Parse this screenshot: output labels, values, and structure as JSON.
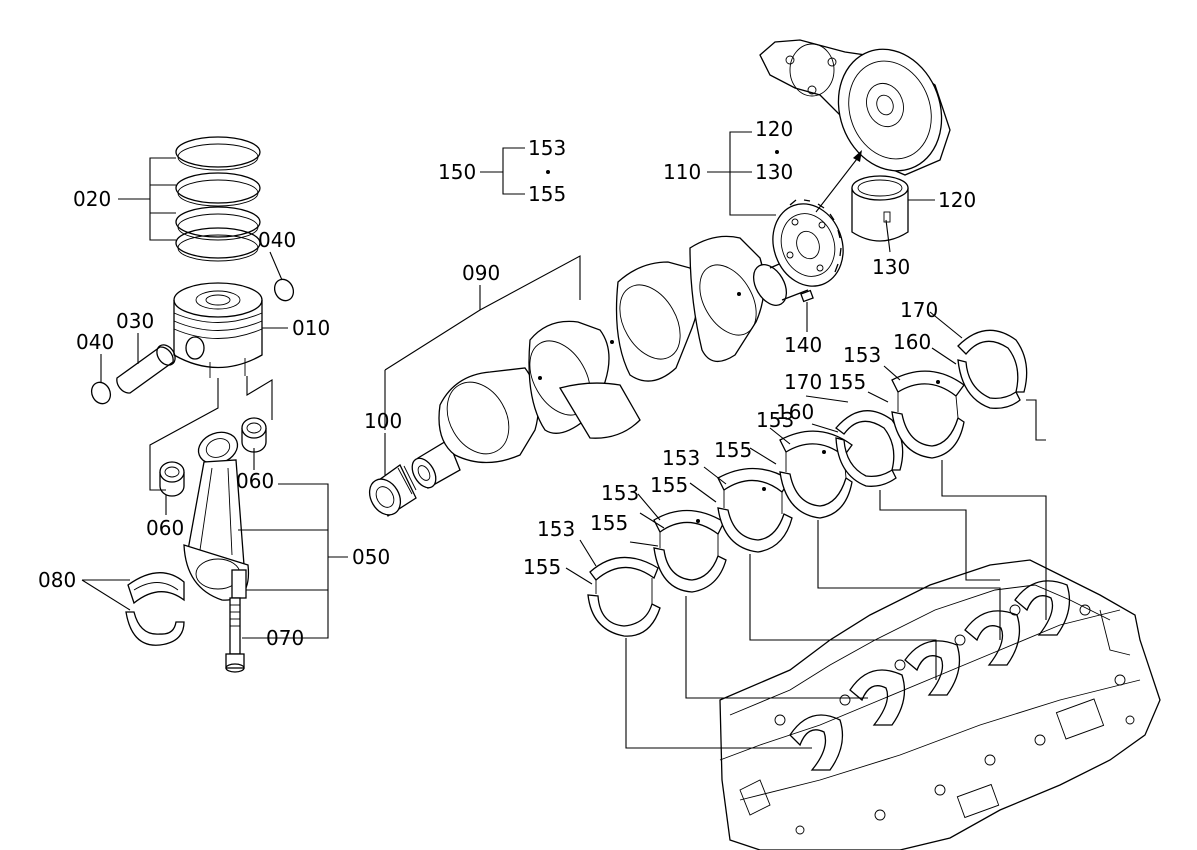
{
  "labels": {
    "p010": "010",
    "p020": "020",
    "p030": "030",
    "p040a": "040",
    "p040b": "040",
    "p050": "050",
    "p060a": "060",
    "p060b": "060",
    "p070": "070",
    "p080": "080",
    "p090": "090",
    "p100": "100",
    "p110": "110",
    "p110_top": "120",
    "p110_bottom": "130",
    "p120": "120",
    "p130": "130",
    "p140": "140",
    "p150": "150",
    "p150_top": "153",
    "p150_bottom": "155",
    "p153a": "153",
    "p153b": "153",
    "p153c": "153",
    "p153d": "153",
    "p153e": "153",
    "p155a": "155",
    "p155b": "155",
    "p155c": "155",
    "p155d": "155",
    "p155e": "155",
    "p160a": "160",
    "p160b": "160",
    "p170a": "170",
    "p170b": "170"
  }
}
